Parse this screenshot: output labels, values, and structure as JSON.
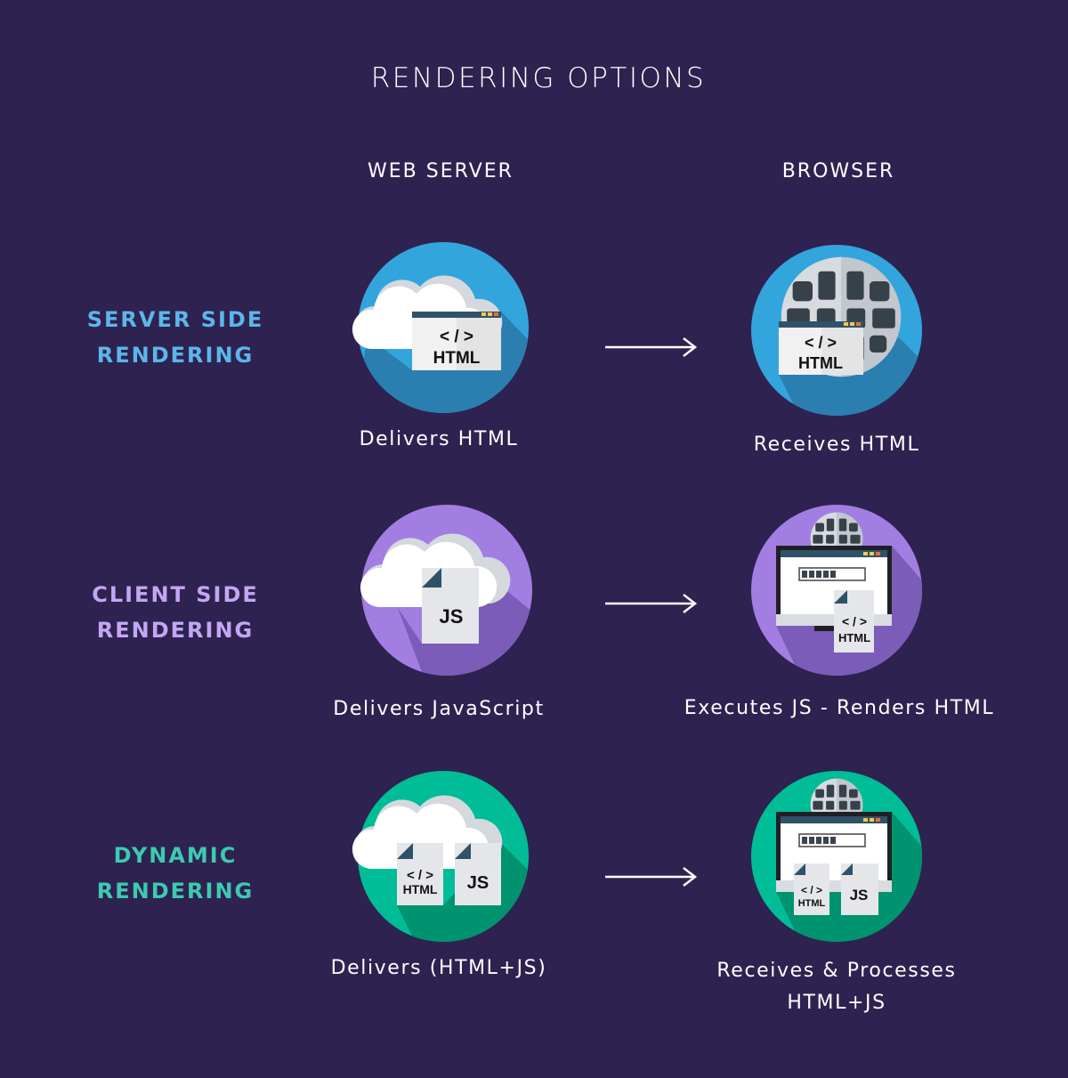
{
  "title": "RENDERING OPTIONS",
  "columns": {
    "server": "WEB SERVER",
    "browser": "BROWSER"
  },
  "colors": {
    "background": "#2e2250",
    "ssr": "#33a5dd",
    "csr": "#a27ee2",
    "dynamic": "#00bd98",
    "ssr_label": "#5cb6ea",
    "csr_label": "#c4a6f2",
    "dynamic_label": "#3ccab0"
  },
  "rows": [
    {
      "label_line1": "SERVER SIDE",
      "label_line2": "RENDERING",
      "server_caption": "Delivers HTML",
      "browser_caption": "Receives HTML",
      "server_icon": "cloud-html-window-icon",
      "browser_icon": "globe-html-window-icon"
    },
    {
      "label_line1": "CLIENT SIDE",
      "label_line2": "RENDERING",
      "server_caption": "Delivers JavaScript",
      "browser_caption": "Executes JS - Renders HTML",
      "server_icon": "cloud-js-file-icon",
      "browser_icon": "monitor-html-file-icon"
    },
    {
      "label_line1": "DYNAMIC",
      "label_line2": "RENDERING",
      "server_caption": "Delivers (HTML+JS)",
      "browser_caption_line1": "Receives & Processes",
      "browser_caption_line2": "HTML+JS",
      "server_icon": "cloud-html-js-files-icon",
      "browser_icon": "monitor-html-js-files-icon"
    }
  ],
  "icon_text": {
    "code": "< / >",
    "html": "HTML",
    "js": "JS"
  }
}
